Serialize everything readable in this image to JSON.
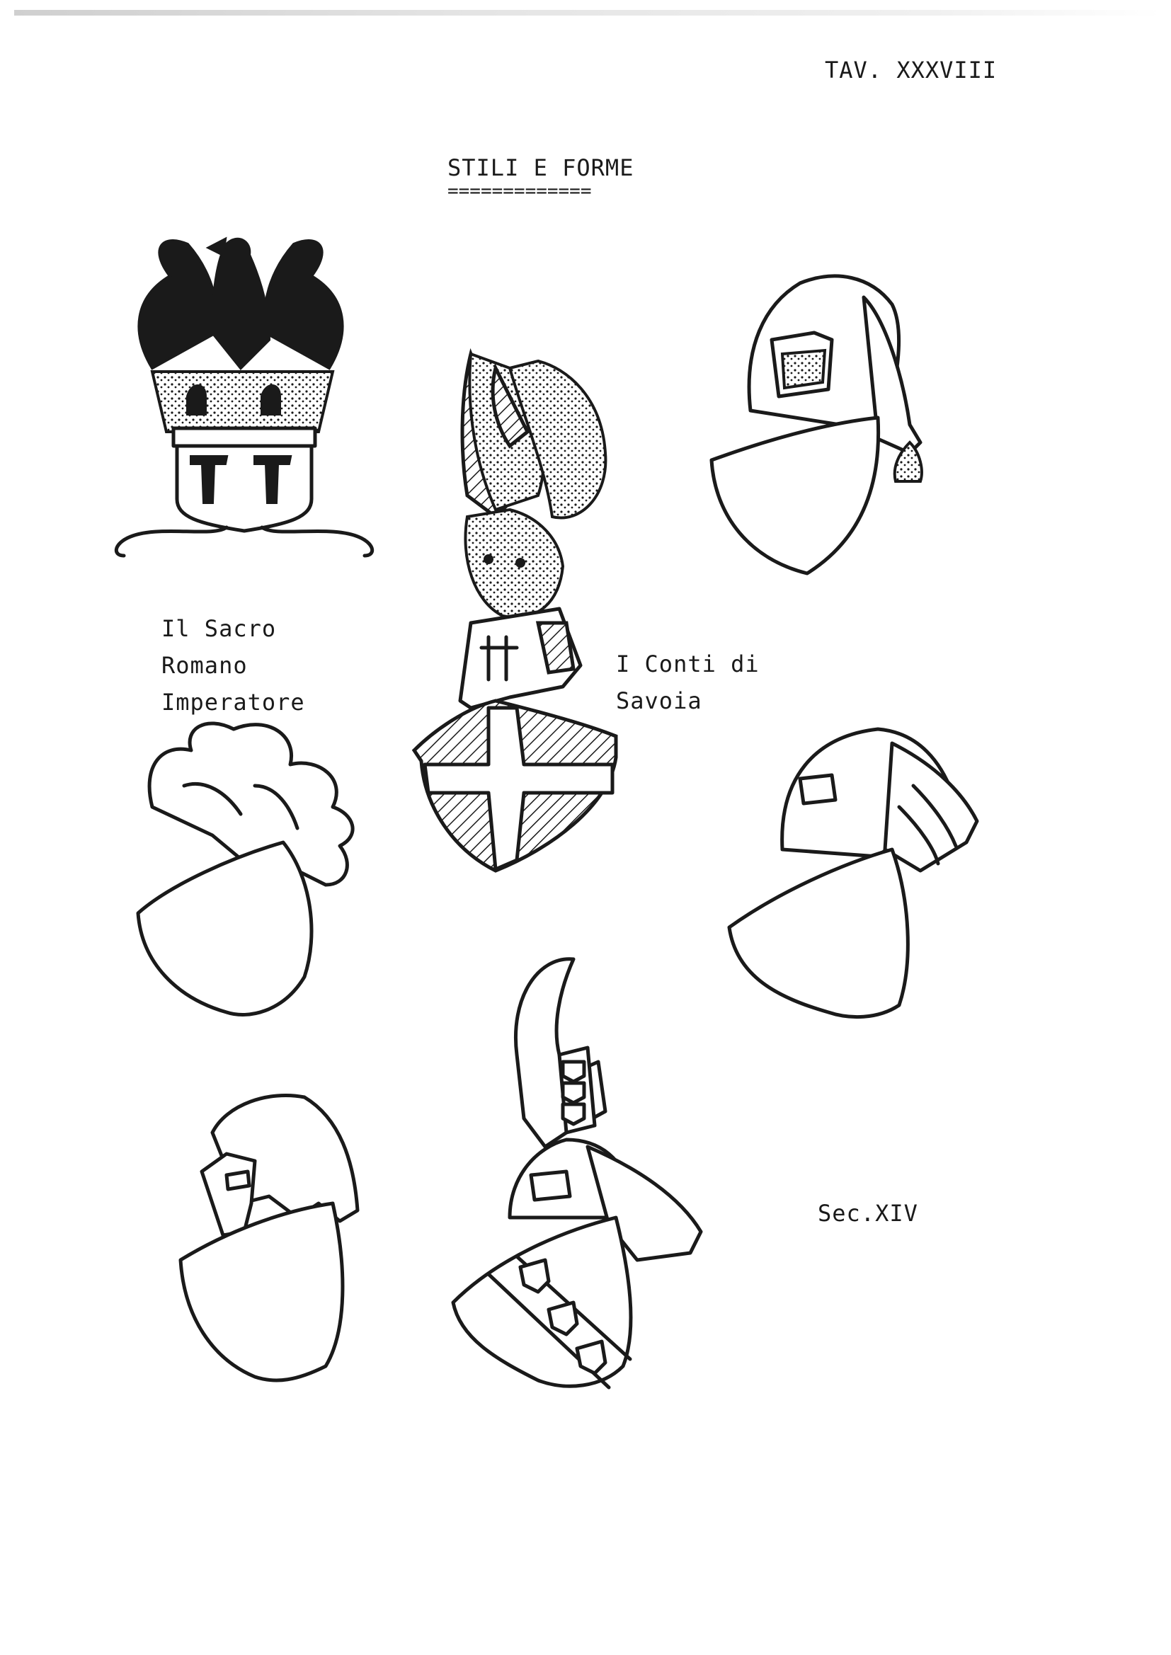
{
  "plate_number": "TAV. XXXVIII",
  "title": "STILI E FORME",
  "title_rule": "=============",
  "labels": {
    "emperor_lines": [
      "Il Sacro",
      "Romano",
      "Imperatore"
    ],
    "savoy_lines": [
      "I Conti di",
      "Savoia"
    ],
    "century": "Sec.XIV"
  }
}
